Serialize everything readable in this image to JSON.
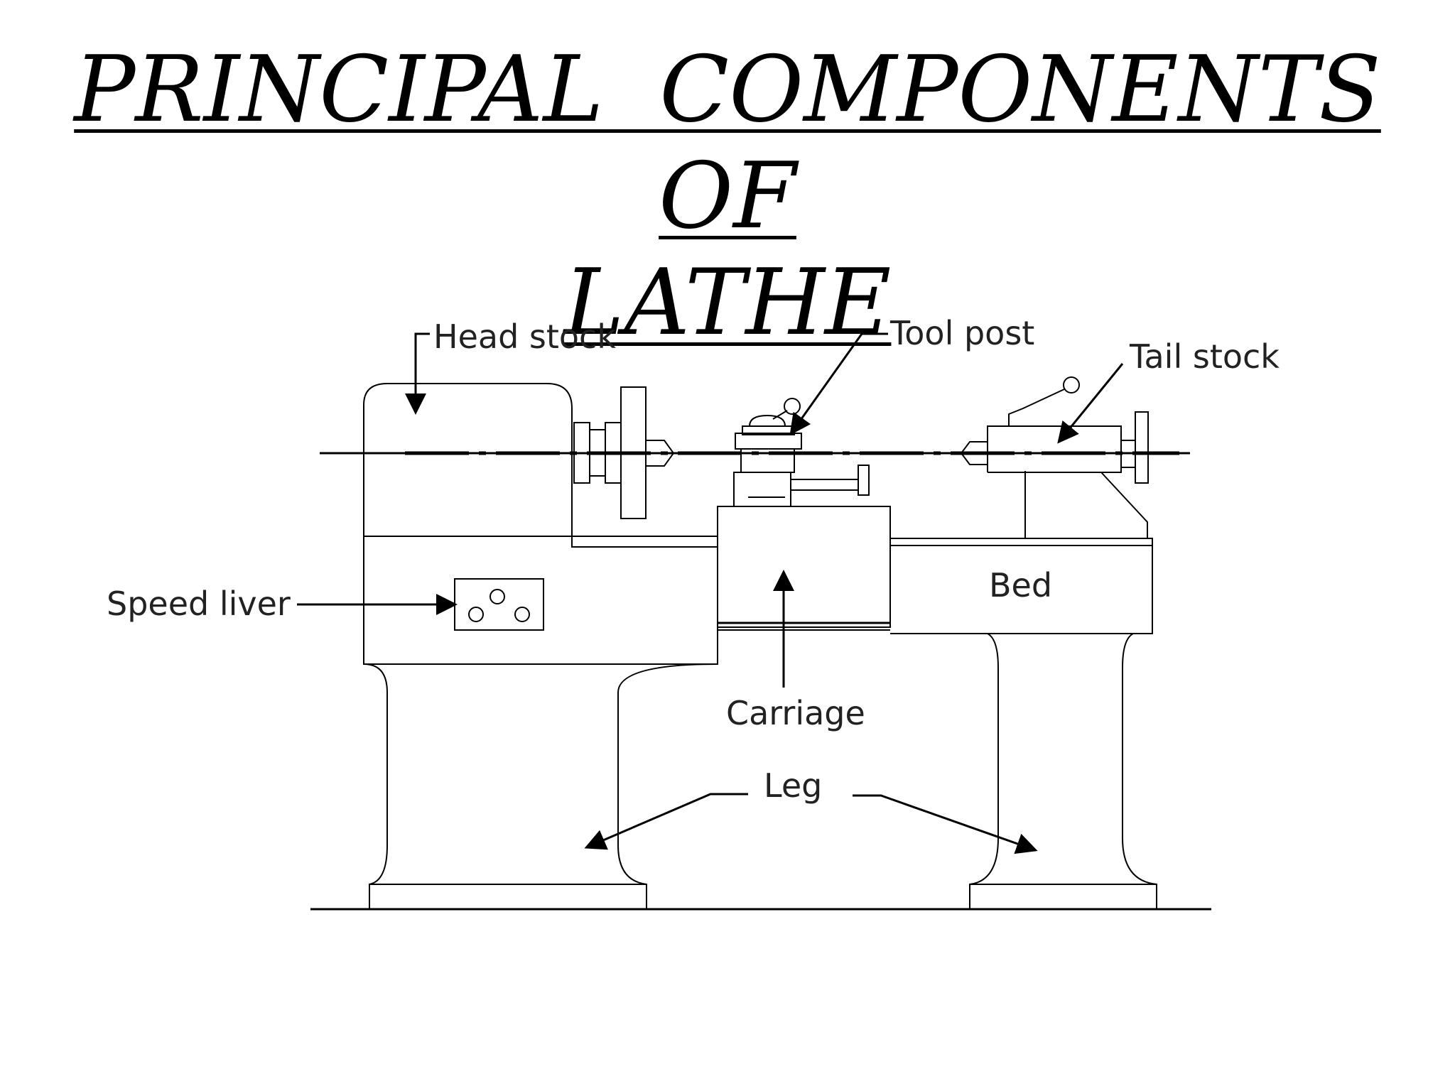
{
  "title": {
    "line1": "PRINCIPAL COMPONENTS OF",
    "line2": "LATHE"
  },
  "labels": {
    "head_stock": "Head stock",
    "tool_post": "Tool post",
    "tail_stock": "Tail stock",
    "speed_liver": "Speed liver",
    "bed": "Bed",
    "carriage": "Carriage",
    "leg": "Leg"
  },
  "colors": {
    "line": "#000000",
    "label_text": "#222222",
    "background": "#ffffff"
  }
}
